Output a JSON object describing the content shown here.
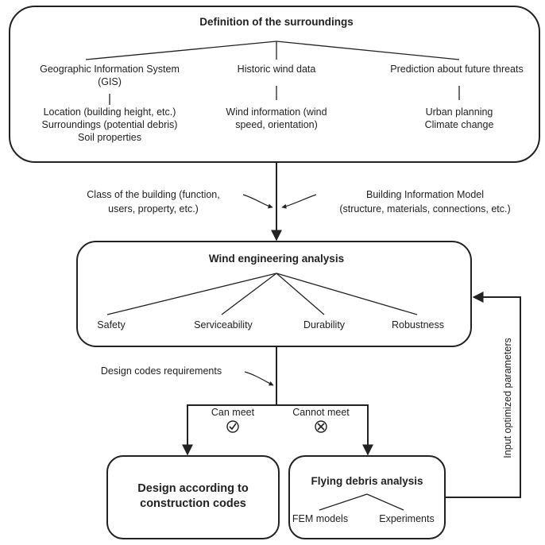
{
  "surroundings": {
    "title": "Definition of the surroundings",
    "gis": {
      "heading_line1": "Geographic Information System",
      "heading_line2": "(GIS)",
      "details": [
        "Location (building height, etc.)",
        "Surroundings (potential debris)",
        "Soil properties"
      ]
    },
    "wind": {
      "heading": "Historic wind data",
      "details": [
        "Wind information (wind",
        "speed, orientation)"
      ]
    },
    "future": {
      "heading": "Prediction about future threats",
      "details": [
        "Urban planning",
        "Climate change"
      ]
    }
  },
  "inputs": {
    "class_line1": "Class of the building (function,",
    "class_line2": "users, property, etc.)",
    "bim_line1": "Building Information Model",
    "bim_line2": "(structure, materials, connections, etc.)"
  },
  "analysis": {
    "title": "Wind engineering analysis",
    "criteria": [
      "Safety",
      "Serviceability",
      "Durability",
      "Robustness"
    ]
  },
  "codes_label": "Design codes requirements",
  "branch": {
    "can_meet": "Can meet",
    "cannot_meet": "Cannot meet"
  },
  "design_box": {
    "line1": "Design according to",
    "line2": "construction codes"
  },
  "debris_box": {
    "title": "Flying debris analysis",
    "methods": [
      "FEM models",
      "Experiments"
    ]
  },
  "feedback_label": "Input optimized parameters"
}
